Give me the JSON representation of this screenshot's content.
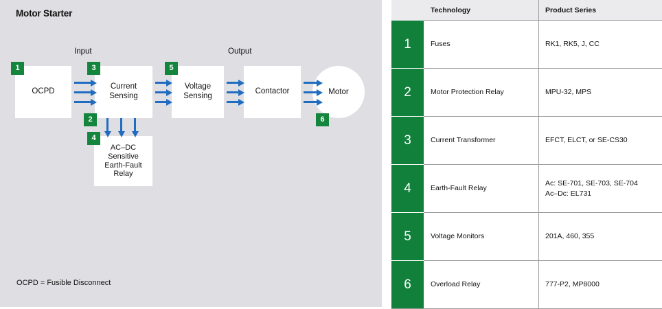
{
  "diagram": {
    "title": "Motor Starter",
    "input_label": "Input",
    "output_label": "Output",
    "footnote": "OCPD = Fusible Disconnect",
    "boxes": {
      "ocpd": "OCPD",
      "current_sensing": "Current\nSensing",
      "voltage_sensing": "Voltage\nSensing",
      "contactor": "Contactor",
      "motor": "Motor",
      "earth_fault": "AC–DC\nSensitive\nEarth-Fault\nRelay"
    },
    "badges": {
      "b1": "1",
      "b2": "2",
      "b3": "3",
      "b4": "4",
      "b5": "5",
      "b6": "6"
    },
    "colors": {
      "panel_background": "#dfdfe3",
      "badge_green": "#13853c",
      "arrow_blue": "#1f6cc0",
      "box_fill": "#ffffff"
    }
  },
  "table": {
    "headers": {
      "number": "",
      "technology": "Technology",
      "product_series": "Product Series"
    },
    "rows": [
      {
        "number": "1",
        "technology": "Fuses",
        "product_series": [
          "RK1, RK5, J, CC"
        ]
      },
      {
        "number": "2",
        "technology": "Motor Protection Relay",
        "product_series": [
          "MPU-32, MPS"
        ]
      },
      {
        "number": "3",
        "technology": "Current Transformer",
        "product_series": [
          "EFCT, ELCT, or SE-CS30"
        ]
      },
      {
        "number": "4",
        "technology": "Earth-Fault Relay",
        "product_series": [
          "Ac: SE-701, SE-703, SE-704",
          "Ac–Dc: EL731"
        ]
      },
      {
        "number": "5",
        "technology": "Voltage Monitors",
        "product_series": [
          "201A, 460, 355"
        ]
      },
      {
        "number": "6",
        "technology": "Overload Relay",
        "product_series": [
          "777-P2, MP8000"
        ]
      }
    ],
    "colors": {
      "number_column_green": "#10803a",
      "header_background": "#ebebee",
      "border": "#9b9b9b"
    }
  }
}
